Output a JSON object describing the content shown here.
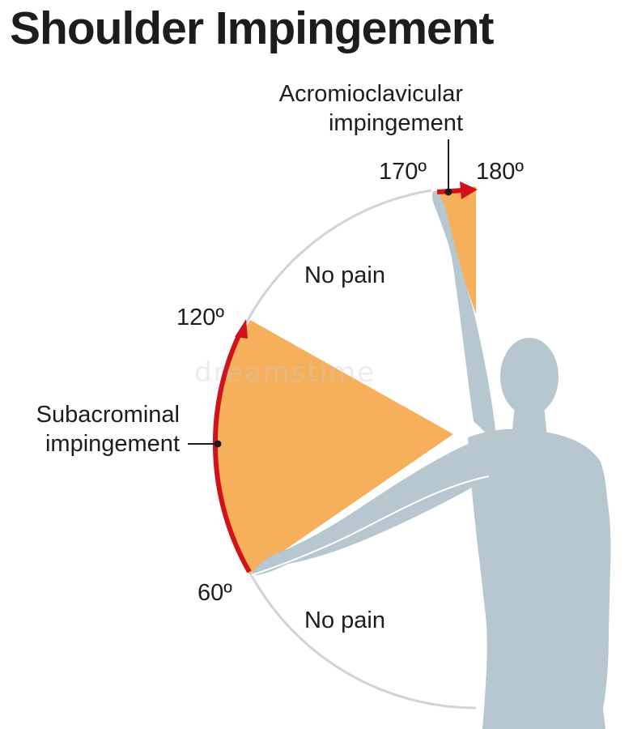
{
  "title": "Shoulder Impingement",
  "labels": {
    "acromioclavicular_line1": "Acromioclavicular",
    "acromioclavicular_line2": "impingement",
    "subacrominal_line1": "Subacrominal",
    "subacrominal_line2": "impingement",
    "no_pain_upper": "No pain",
    "no_pain_lower": "No pain"
  },
  "angles": {
    "a60": "60º",
    "a120": "120º",
    "a170": "170º",
    "a180": "180º"
  },
  "watermark": "dreamstime",
  "colors": {
    "pain_zone": "#f6b05c",
    "arrow": "#d0131a",
    "arc": "#cfd4d8",
    "silhouette": "#b7c7d0",
    "text": "#1d1d1b"
  }
}
